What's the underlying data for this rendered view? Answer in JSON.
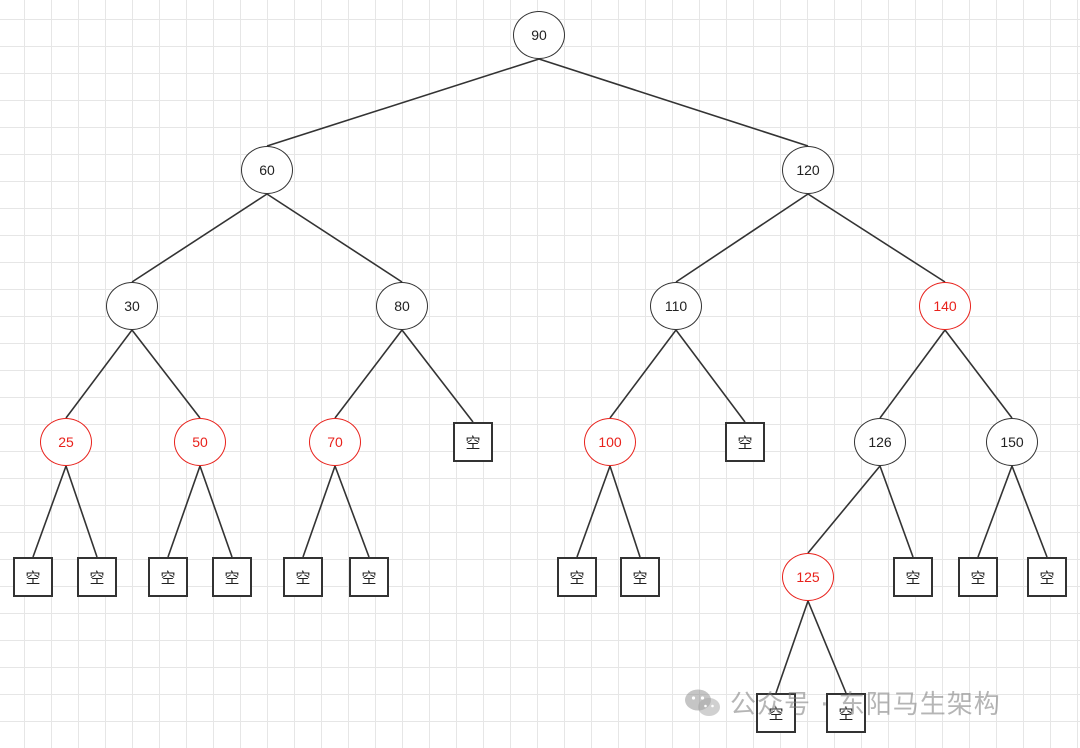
{
  "colors": {
    "red_node": "#e8221c",
    "black_node": "#333333",
    "edge": "#333333",
    "grid": "#e6e6e6"
  },
  "nodes": [
    {
      "id": "n90",
      "label": "90",
      "kind": "circle",
      "color": "black"
    },
    {
      "id": "n60",
      "label": "60",
      "kind": "circle",
      "color": "black"
    },
    {
      "id": "n120",
      "label": "120",
      "kind": "circle",
      "color": "black"
    },
    {
      "id": "n30",
      "label": "30",
      "kind": "circle",
      "color": "black"
    },
    {
      "id": "n80",
      "label": "80",
      "kind": "circle",
      "color": "black"
    },
    {
      "id": "n110",
      "label": "110",
      "kind": "circle",
      "color": "black"
    },
    {
      "id": "n140",
      "label": "140",
      "kind": "circle",
      "color": "red"
    },
    {
      "id": "n25",
      "label": "25",
      "kind": "circle",
      "color": "red"
    },
    {
      "id": "n50",
      "label": "50",
      "kind": "circle",
      "color": "red"
    },
    {
      "id": "n70",
      "label": "70",
      "kind": "circle",
      "color": "red"
    },
    {
      "id": "e80r",
      "label": "空",
      "kind": "box"
    },
    {
      "id": "n100",
      "label": "100",
      "kind": "circle",
      "color": "red"
    },
    {
      "id": "e110r",
      "label": "空",
      "kind": "box"
    },
    {
      "id": "n126",
      "label": "126",
      "kind": "circle",
      "color": "black"
    },
    {
      "id": "n150",
      "label": "150",
      "kind": "circle",
      "color": "black"
    },
    {
      "id": "e25l",
      "label": "空",
      "kind": "box"
    },
    {
      "id": "e25r",
      "label": "空",
      "kind": "box"
    },
    {
      "id": "e50l",
      "label": "空",
      "kind": "box"
    },
    {
      "id": "e50r",
      "label": "空",
      "kind": "box"
    },
    {
      "id": "e70l",
      "label": "空",
      "kind": "box"
    },
    {
      "id": "e70r",
      "label": "空",
      "kind": "box"
    },
    {
      "id": "e100l",
      "label": "空",
      "kind": "box"
    },
    {
      "id": "e100r",
      "label": "空",
      "kind": "box"
    },
    {
      "id": "n125",
      "label": "125",
      "kind": "circle",
      "color": "red"
    },
    {
      "id": "e126r",
      "label": "空",
      "kind": "box"
    },
    {
      "id": "e150l",
      "label": "空",
      "kind": "box"
    },
    {
      "id": "e150r",
      "label": "空",
      "kind": "box"
    },
    {
      "id": "e125l",
      "label": "空",
      "kind": "box"
    },
    {
      "id": "e125r",
      "label": "空",
      "kind": "box"
    }
  ],
  "edges": [
    [
      "n90",
      "n60"
    ],
    [
      "n90",
      "n120"
    ],
    [
      "n60",
      "n30"
    ],
    [
      "n60",
      "n80"
    ],
    [
      "n120",
      "n110"
    ],
    [
      "n120",
      "n140"
    ],
    [
      "n30",
      "n25"
    ],
    [
      "n30",
      "n50"
    ],
    [
      "n80",
      "n70"
    ],
    [
      "n80",
      "e80r"
    ],
    [
      "n110",
      "n100"
    ],
    [
      "n110",
      "e110r"
    ],
    [
      "n140",
      "n126"
    ],
    [
      "n140",
      "n150"
    ],
    [
      "n25",
      "e25l"
    ],
    [
      "n25",
      "e25r"
    ],
    [
      "n50",
      "e50l"
    ],
    [
      "n50",
      "e50r"
    ],
    [
      "n70",
      "e70l"
    ],
    [
      "n70",
      "e70r"
    ],
    [
      "n100",
      "e100l"
    ],
    [
      "n100",
      "e100r"
    ],
    [
      "n126",
      "n125"
    ],
    [
      "n126",
      "e126r"
    ],
    [
      "n150",
      "e150l"
    ],
    [
      "n150",
      "e150r"
    ],
    [
      "n125",
      "e125l"
    ],
    [
      "n125",
      "e125r"
    ]
  ],
  "watermark": {
    "text": "公众号 · 东阳马生架构",
    "icon": "wechat-icon"
  }
}
